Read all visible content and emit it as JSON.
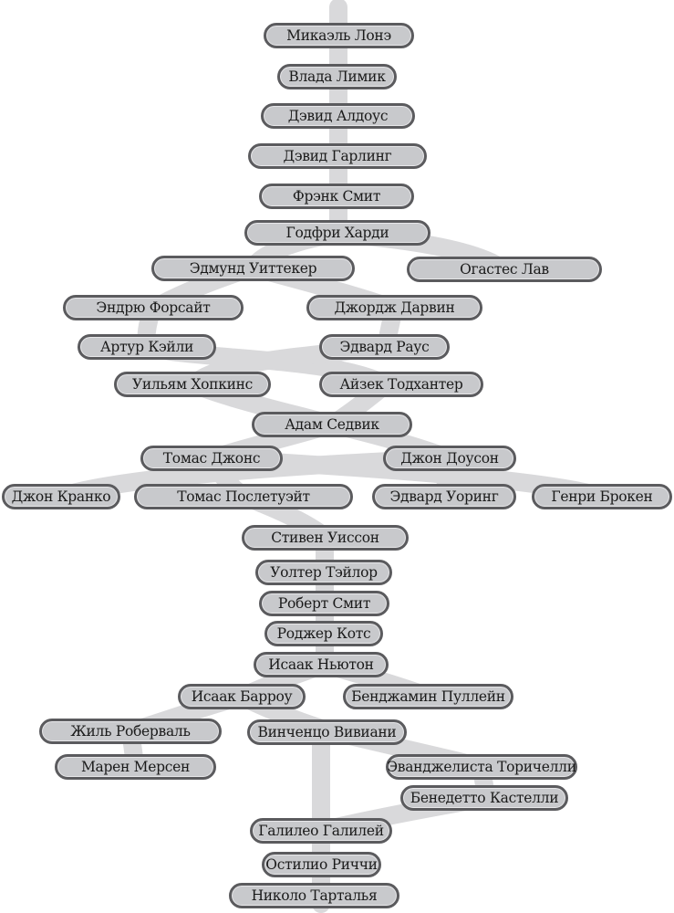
{
  "nodes": {
    "mikael_lone": "Микаэль Лонэ",
    "vlada_limik": "Влада Лимик",
    "david_aldous": "Дэвид Алдоус",
    "david_garling": "Дэвид Гарлинг",
    "frank_smit": "Фрэнк Смит",
    "godfri_khardi": "Годфри Харди",
    "edmund_uittaker": "Эдмунд Уиттекер",
    "ogastes_lav": "Огастес Лав",
    "endryu_forsait": "Эндрю Форсайт",
    "dzhordzh_darvin": "Джордж Дарвин",
    "artur_keili": "Артур Кэйли",
    "edvard_raus": "Эдвард Раус",
    "uilyam_khopkins": "Уильям Хопкинс",
    "aizek_todkhanter": "Айзек Тодхантер",
    "adam_sedvik": "Адам Седвик",
    "tomas_dzhons": "Томас Джонс",
    "dzhon_douson": "Джон Доусон",
    "dzhon_kranko": "Джон Кранко",
    "tomas_posletueit": "Томас Послетуэйт",
    "edvard_uoring": "Эдвард Уоринг",
    "genri_broken": "Генри Брокен",
    "stiven_uisson": "Стивен Уиссон",
    "uolter_teilor": "Уолтер Тэйлор",
    "robert_smit": "Роберт Смит",
    "rodzher_kots": "Роджер Котс",
    "isaak_nyuton": "Исаак Ньютон",
    "isaak_barrou": "Исаак Барроу",
    "bendzhamin_pullein": "Бенджамин Пуллейн",
    "zhil_roberval": "Жиль Роберваль",
    "vinchentso_viviani": "Винченцо Вивиани",
    "maren_mersen": "Марен Мерсен",
    "evandzhelista_torichelli": "Эванджелиста Торичелли",
    "benedetto_kastelli": "Бенедетто Кастелли",
    "galileo_galilei": "Галилео Галилей",
    "ostilio_richchi": "Остилио Риччи",
    "nikolo_tartalya": "Николо Тарталья"
  },
  "colors": {
    "node_fill": "#c8c9cc",
    "node_border": "#5b5b5e",
    "link": "#d9d9db"
  }
}
